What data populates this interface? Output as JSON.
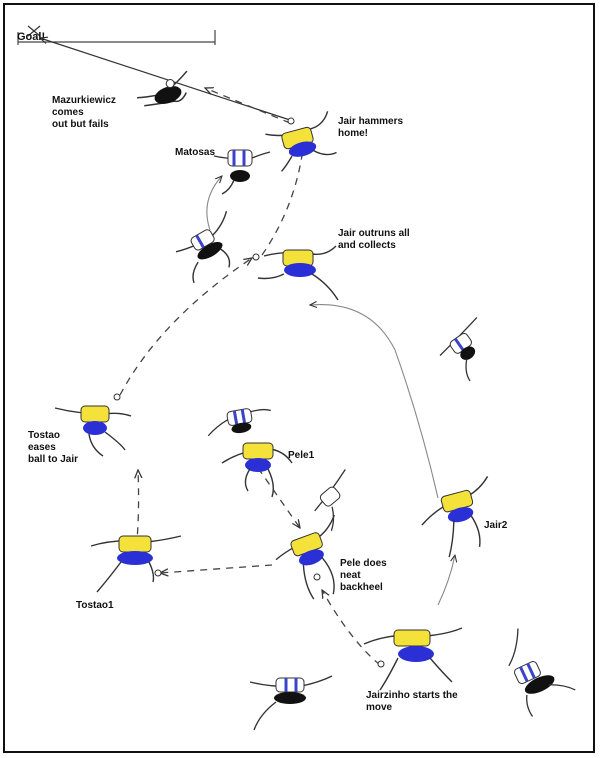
{
  "goal_label": "Goal!",
  "labels": {
    "mazurkiewicz": "Mazurkiewicz\ncomes\nout but fails",
    "matosas": "Matosas",
    "jair_hammers": "Jair hammers\nhome!",
    "jair_outruns": "Jair outruns all\nand collects",
    "tostao_eases": "Tostao\neases\nball to Jair",
    "pele1": "Pele1",
    "jair2": "Jair2",
    "pele_backheel": "Pele does\nneat\nbackheel",
    "tostao1": "Tostao1",
    "jairzinho_starts": "Jairzinho starts the\nmove"
  },
  "colors": {
    "brazil_shirt": "#f4e23a",
    "brazil_shorts": "#2a2fd6",
    "uruguay_stripe": "#3a44c8",
    "keeper": "#111111",
    "ink": "#222222"
  }
}
